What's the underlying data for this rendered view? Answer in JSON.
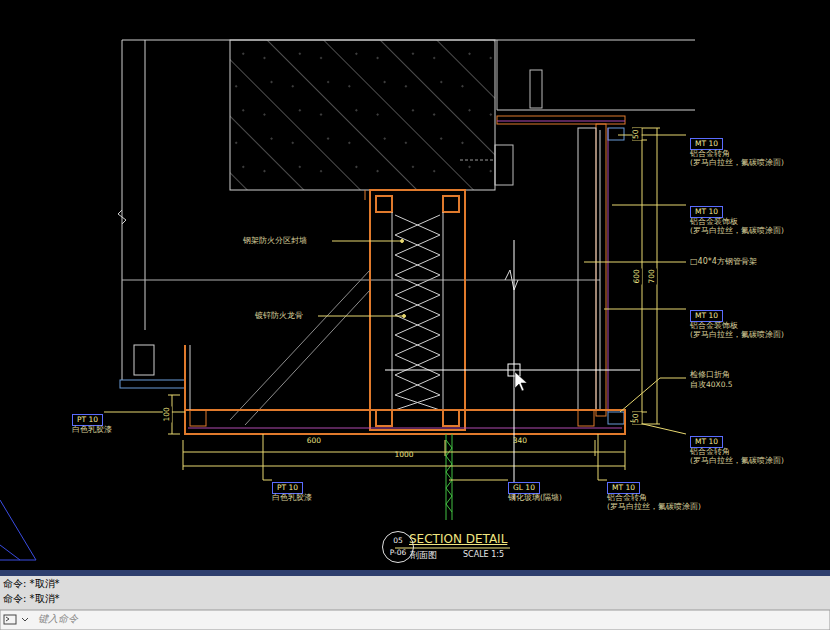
{
  "diagram": {
    "title": "SECTION DETAIL",
    "nodes": [
      {
        "text": [
          "MT 10",
          "铝合金转角",
          "(罗马白拉丝，氟碳喷涂面)"
        ]
      },
      {
        "text": [
          "MT 10",
          "铝合金装饰板",
          "(罗马白拉丝，氟碳喷涂面)"
        ]
      },
      {
        "text": [
          "MT 10",
          "铝合金装饰板",
          "(罗马白拉丝，氟碳喷涂面)"
        ]
      },
      {
        "text": [
          "PT 10",
          "白色乳胶漆"
        ]
      },
      {
        "text": [
          "MT 10",
          "铝合金转角",
          "(罗马白拉丝，氟碳喷涂面)"
        ]
      },
      {
        "text": [
          "PT 10",
          "白色乳胶漆"
        ]
      },
      {
        "text": [
          "GL 10",
          "钢化玻璃(隔墙)"
        ]
      },
      {
        "text": [
          "MT 10",
          "铝合金转角",
          "(罗马白拉丝，氟碳喷涂面)"
        ]
      },
      {
        "text": [
          "05",
          "P-06"
        ]
      }
    ],
    "labels": [
      "钢架防火分区封墙",
      "镀锌防火龙骨",
      "□40*4方钢管骨架",
      "检修口折角",
      "自攻40X0.5",
      "50",
      "600",
      "700",
      "50",
      "100",
      "600",
      "340",
      "1000",
      "剖面图",
      "SCALE 1:5",
      "命令: *取消*",
      "命令: *取消*",
      "键入命令"
    ]
  }
}
